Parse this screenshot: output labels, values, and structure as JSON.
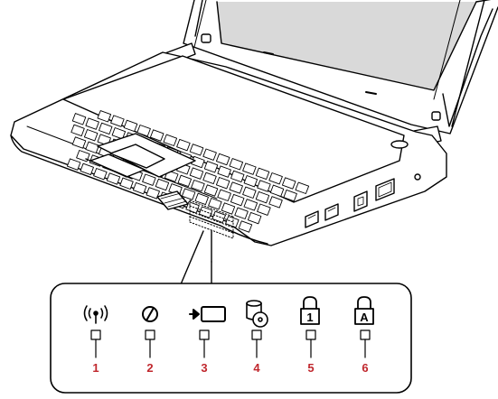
{
  "indicators": [
    {
      "number": "1",
      "icon": "wireless-antenna-icon"
    },
    {
      "number": "2",
      "icon": "power-icon"
    },
    {
      "number": "3",
      "icon": "battery-charge-icon"
    },
    {
      "number": "4",
      "icon": "disk-access-icon"
    },
    {
      "number": "5",
      "icon": "num-lock-icon",
      "glyph": "1"
    },
    {
      "number": "6",
      "icon": "caps-lock-icon",
      "glyph": "A"
    }
  ],
  "colors": {
    "number": "#c0272d",
    "line": "#000000"
  }
}
